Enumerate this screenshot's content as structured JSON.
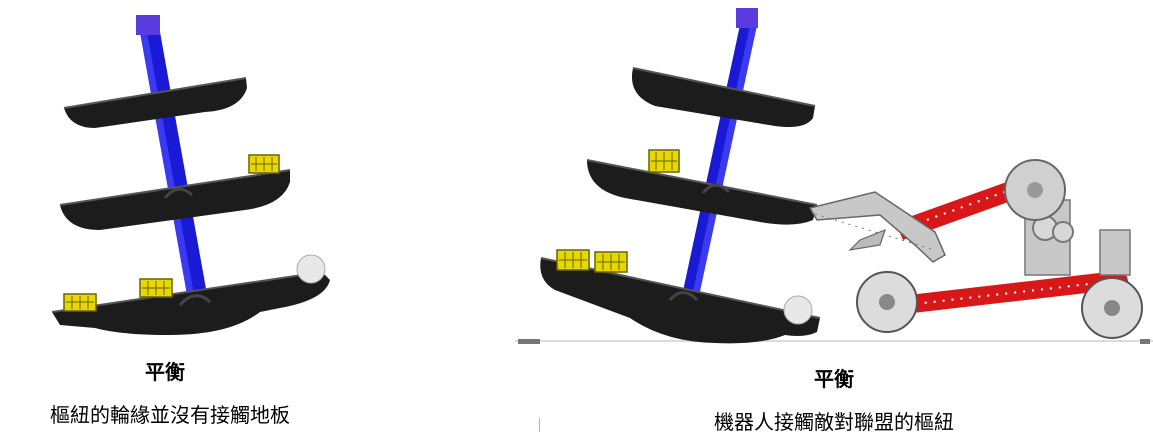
{
  "left_panel": {
    "title": "平衡",
    "caption": "樞紐的輪緣並沒有接觸地板"
  },
  "right_panel": {
    "title": "平衡",
    "caption": "機器人接觸敵對聯盟的樞紐"
  },
  "colors": {
    "post": "#1a1ad6",
    "post_cap": "#5a3be0",
    "tray": "#1c1c1c",
    "cube": "#e6d800",
    "arm": "#d81818",
    "metal": "#c8c8c8"
  }
}
